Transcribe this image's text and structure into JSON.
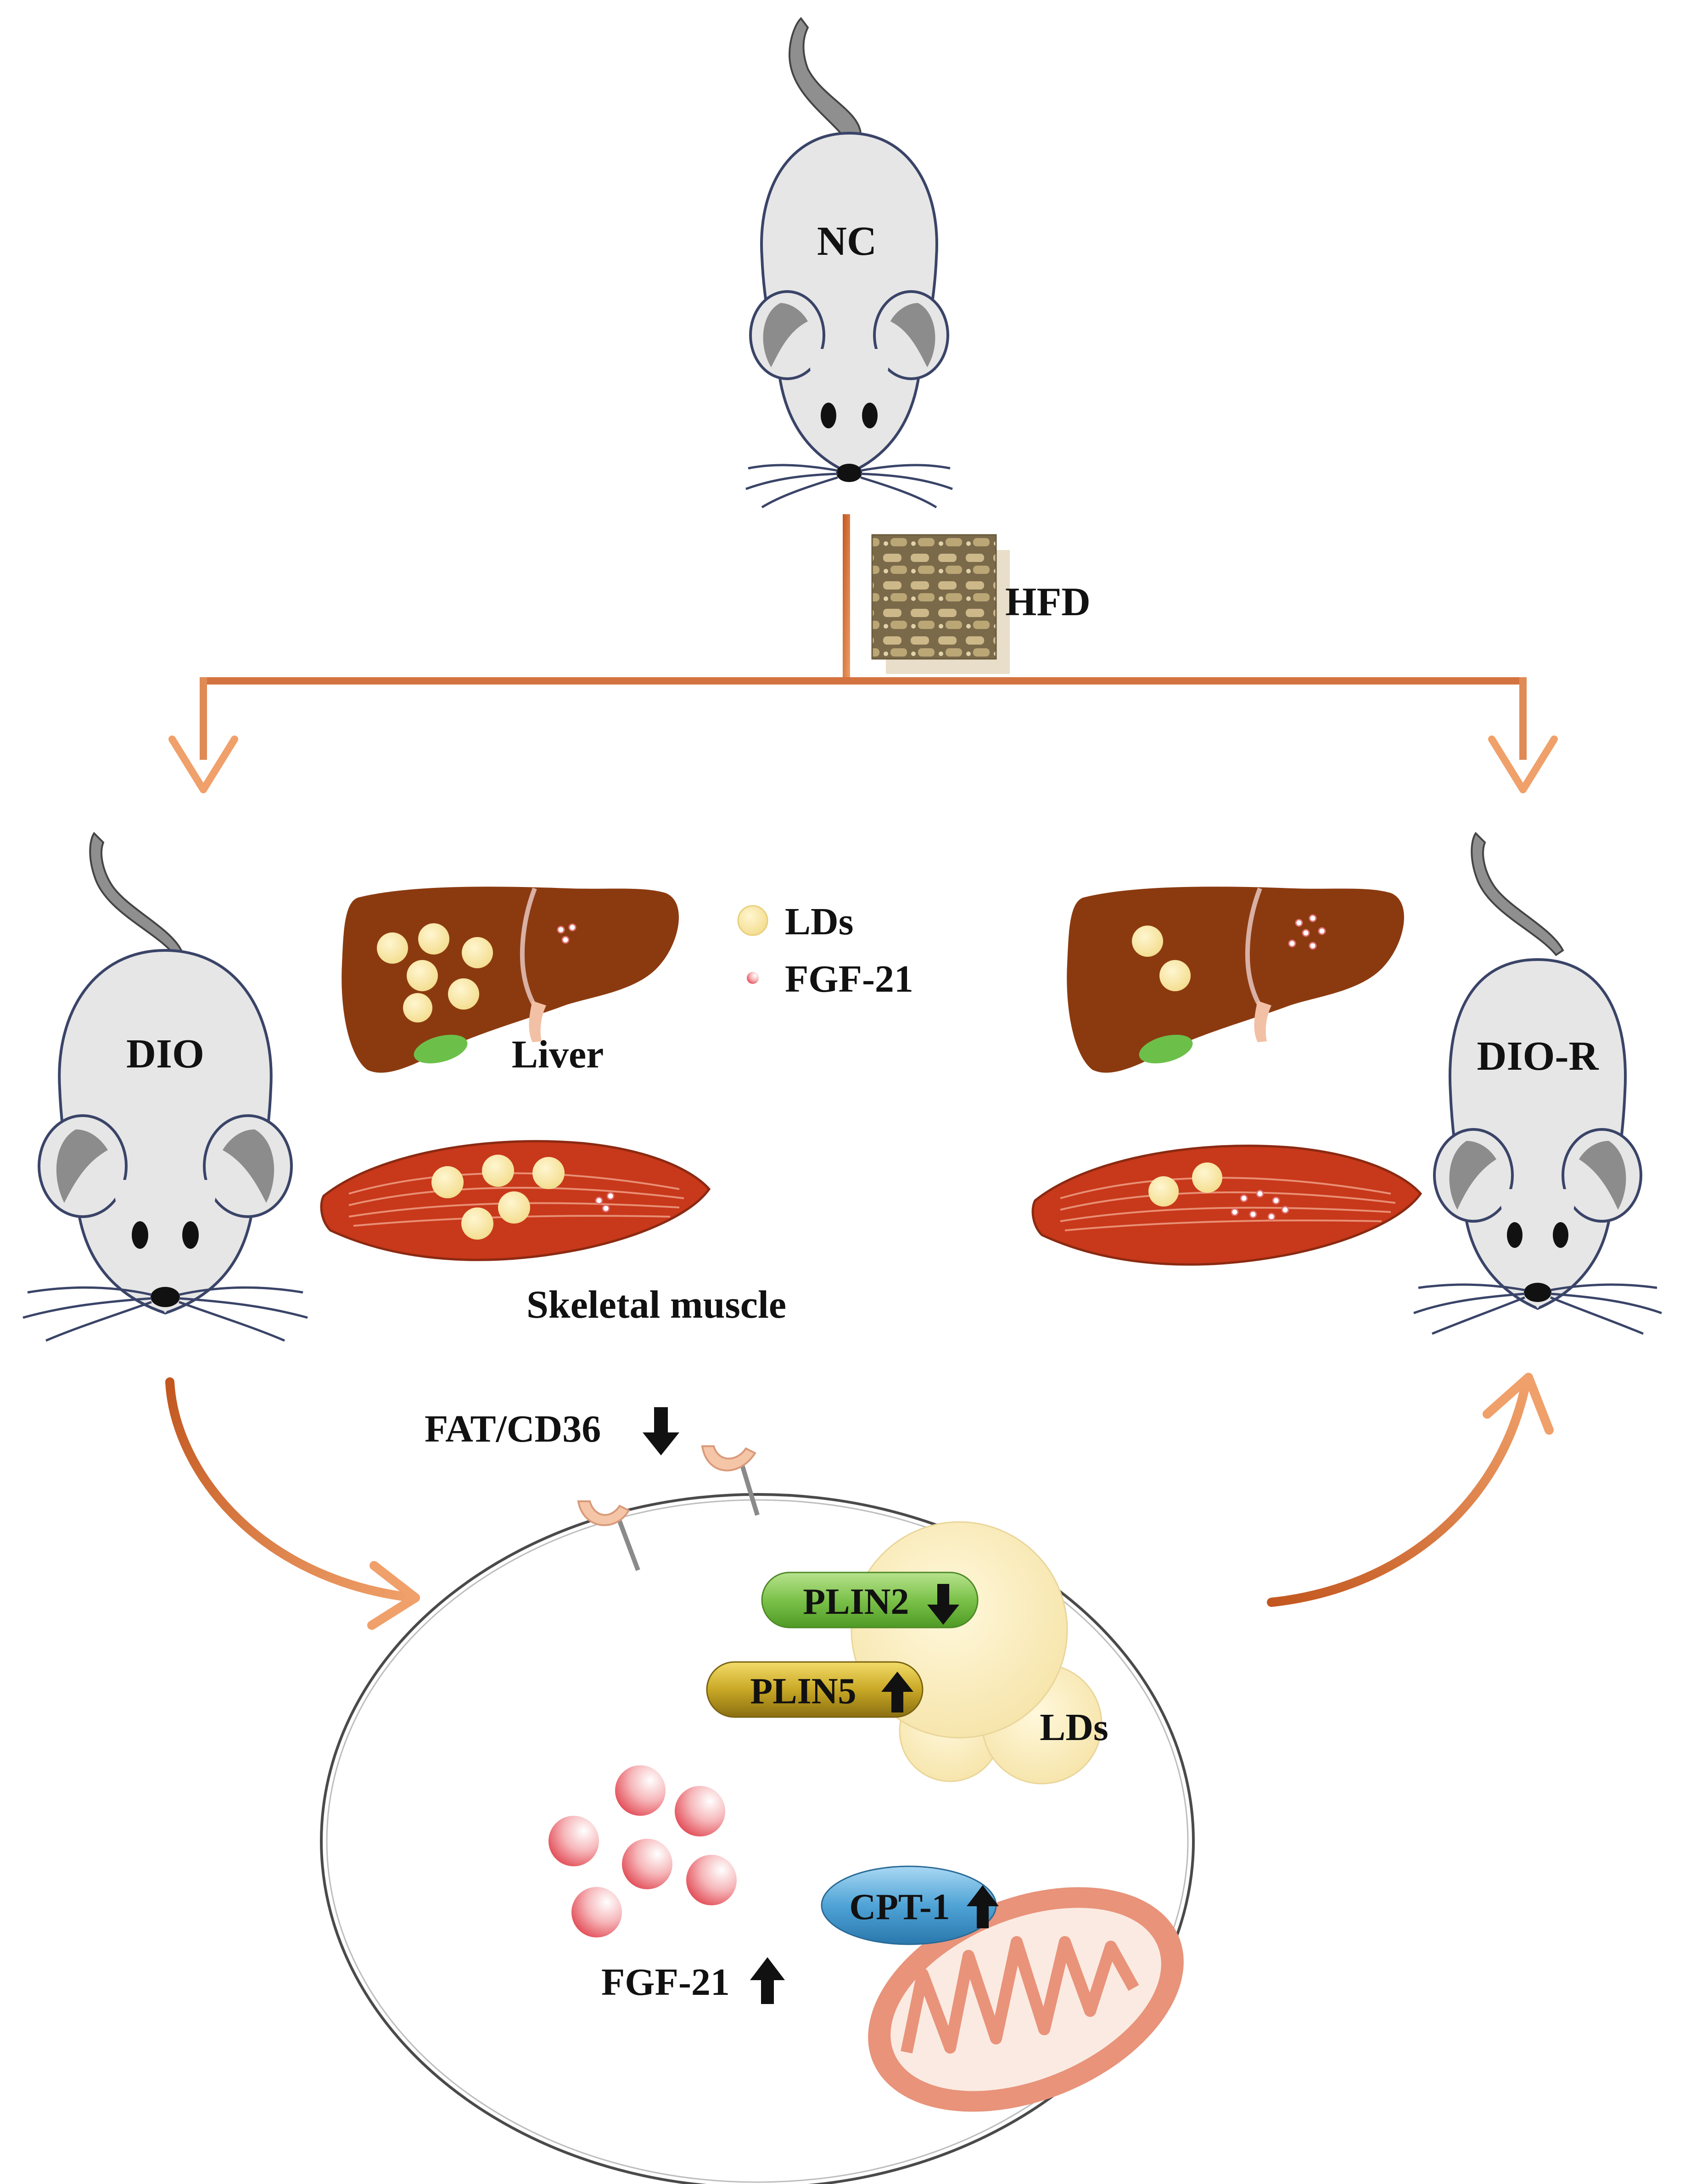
{
  "mice": {
    "nc": "NC",
    "dio": "DIO",
    "dio_r": "DIO-R"
  },
  "diet": {
    "label": "HFD"
  },
  "legend": {
    "lds": "LDs",
    "fgf21": "FGF-21"
  },
  "organs": {
    "liver": "Liver",
    "muscle": "Skeletal muscle"
  },
  "cell": {
    "fat_cd36": "FAT/CD36",
    "plin2": "PLIN2",
    "plin5": "PLIN5",
    "lds": "LDs",
    "cpt1": "CPT-1",
    "fgf21": "FGF-21"
  },
  "colors": {
    "arrow": "#d9804a",
    "liver": "#8b3a10",
    "muscle": "#c8381a",
    "lipid_droplet": "#fbe9a8",
    "plin2": "#7cc24a",
    "plin5": "#c9a825",
    "cpt1": "#4fa3d6",
    "mito": "#e8937a"
  }
}
